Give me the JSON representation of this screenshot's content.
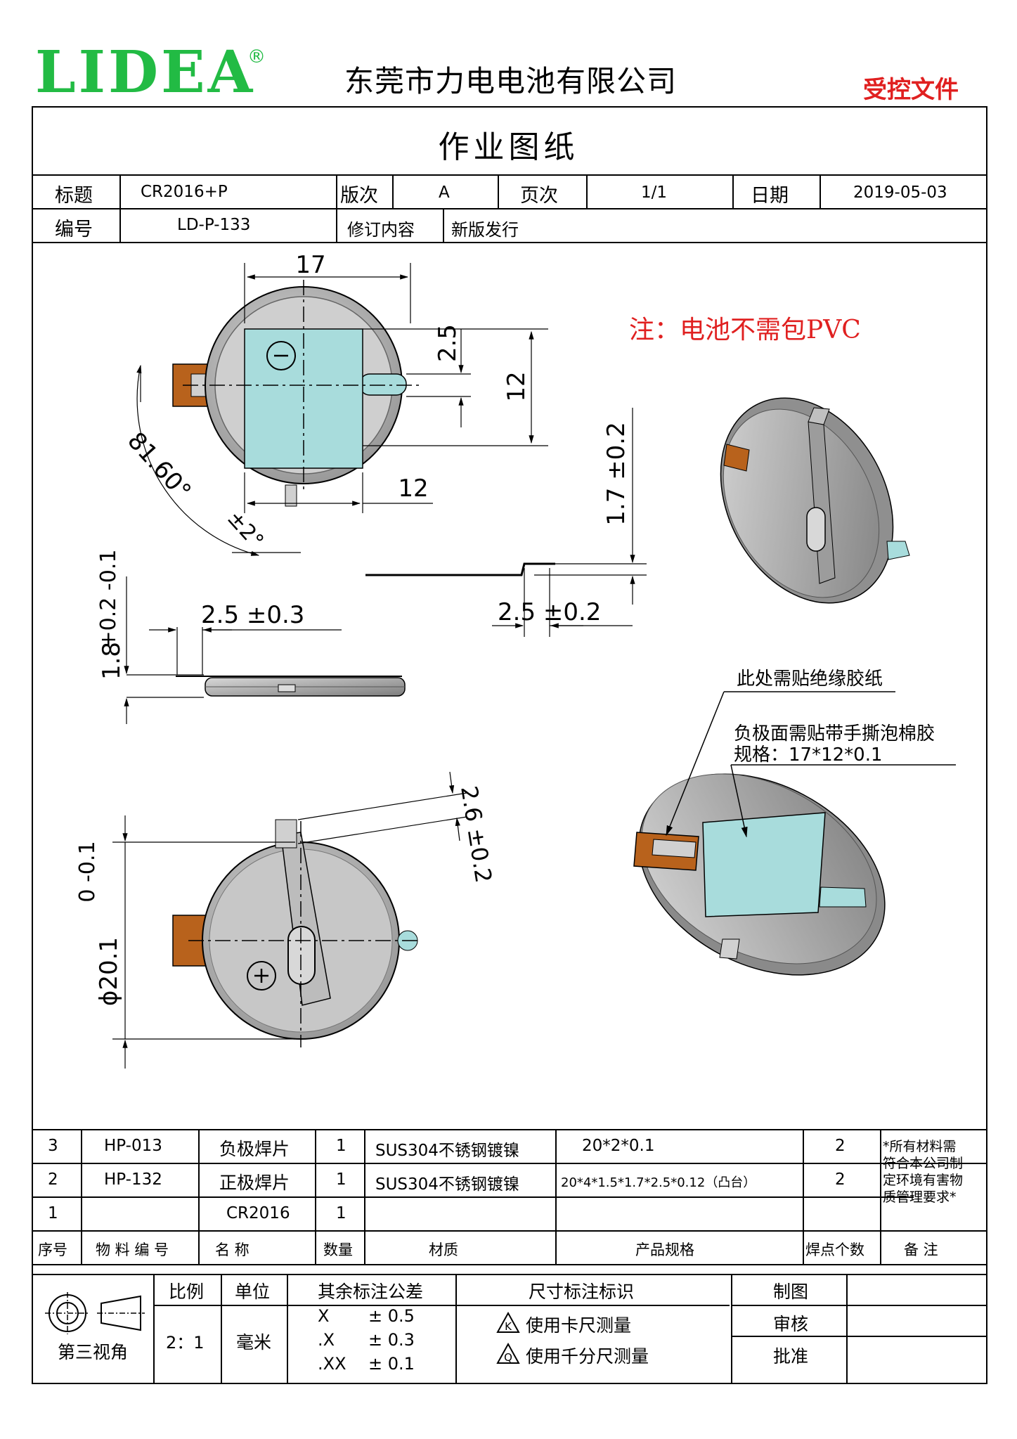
{
  "header": {
    "logo_text": "LIDEA",
    "logo_registered": "®",
    "company": "东莞市力电电池有限公司",
    "controlled_stamp": "受控文件",
    "brand_color": "#22bb44",
    "stamp_color": "#e02020"
  },
  "doc": {
    "title": "作业图纸",
    "title_label": "标题",
    "title_value": "CR2016+P",
    "version_label": "版次",
    "version_value": "A",
    "page_label": "页次",
    "page_value": "1/1",
    "date_label": "日期",
    "date_value": "2019-05-03",
    "number_label": "编号",
    "number_value": "LD-P-133",
    "revision_label": "修订内容",
    "revision_value": "新版发行"
  },
  "drawing": {
    "note": "注：电池不需包PVC",
    "dims": {
      "d17": "17",
      "d2_5_top": "2.5",
      "d12_v": "12",
      "d12_h": "12",
      "angle": "81.60°",
      "angle_tol": "±2°",
      "d1_7": "1.7 ±0.2",
      "d2_5_step": "2.5 ±0.2",
      "d2_5_side": "2.5 ±0.3",
      "d1_8": "1.8",
      "d1_8_tol": "+0.2 -0.1",
      "d2_6": "2.6 ±0.2",
      "dia": "ϕ20.1",
      "dia_tol": "0 -0.1"
    },
    "callout_insulation": "此处需贴绝缘胶纸",
    "callout_foam_1": "负极面需贴带手撕泡棉胶",
    "callout_foam_2": "规格：17*12*0.1",
    "symbol_minus": "⊖",
    "symbol_plus": "⊕",
    "colors": {
      "tab": "#b8621c",
      "pad": "#a8dcdc",
      "cell": "#8a8a8a"
    }
  },
  "bom": {
    "rows": [
      {
        "seq": "3",
        "code": "HP-013",
        "name": "负极焊片",
        "qty": "1",
        "material": "SUS304不锈钢镀镍",
        "spec": "20*2*0.1",
        "welds": "2"
      },
      {
        "seq": "2",
        "code": "HP-132",
        "name": "正极焊片",
        "qty": "1",
        "material": "SUS304不锈钢镀镍",
        "spec": "20*4*1.5*1.7*2.5*0.12（凸台）",
        "welds": "2"
      },
      {
        "seq": "1",
        "code": "",
        "name": "CR2016",
        "qty": "1",
        "material": "",
        "spec": "",
        "welds": ""
      }
    ],
    "remark": [
      "*所有材料需",
      "符合本公司制",
      "定环境有害物",
      "质管理要求*"
    ],
    "headers": {
      "seq": "序号",
      "code": "物 料 编 号",
      "name": "名  称",
      "qty": "数量",
      "material": "材质",
      "spec": "产品规格",
      "welds": "焊点个数",
      "remark": "备  注"
    }
  },
  "titleblock": {
    "projection": "第三视角",
    "scale_label": "比例",
    "scale_value": "2：1",
    "unit_label": "单位",
    "unit_value": "毫米",
    "tol_label": "其余标注公差",
    "tol_rows": [
      {
        "k": "X",
        "v": "± 0.5"
      },
      {
        "k": ".X",
        "v": "± 0.3"
      },
      {
        "k": ".XX",
        "v": "± 0.1"
      }
    ],
    "mark_label": "尺寸标注标识",
    "mark_rows": [
      {
        "icon": "K",
        "text": "使用卡尺测量"
      },
      {
        "icon": "Q",
        "text": "使用千分尺测量"
      }
    ],
    "drawn": "制图",
    "checked": "审核",
    "approved": "批准"
  }
}
